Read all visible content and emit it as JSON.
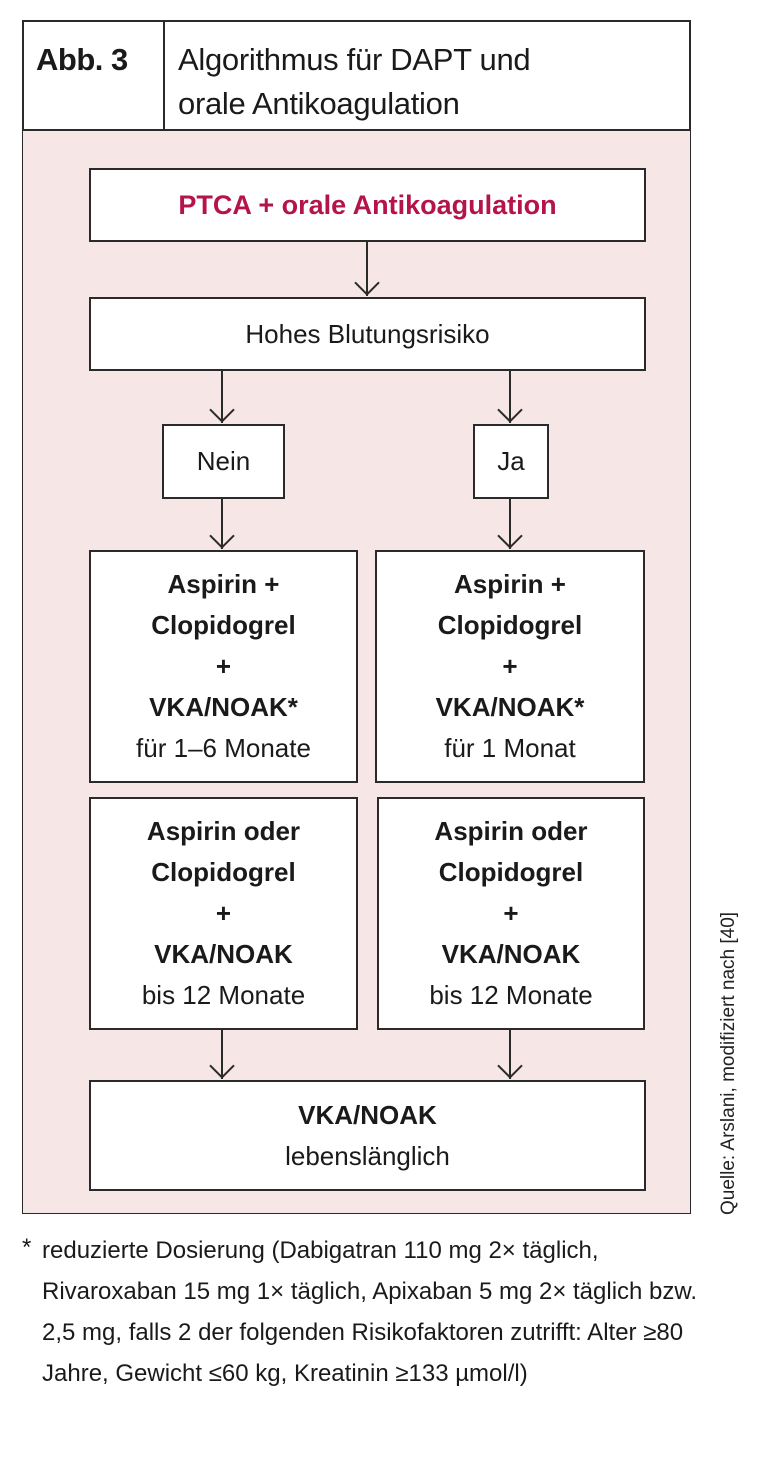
{
  "header": {
    "label": "Abb. 3",
    "title_line1": "Algorithmus für DAPT und",
    "title_line2": "orale Antikoagulation"
  },
  "colors": {
    "accent": "#b5134b",
    "background": "#f7e6e6"
  },
  "nodes": {
    "start": "PTCA + orale Antikoagulation",
    "question": "Hohes Blutungsrisiko",
    "no": "Nein",
    "yes": "Ja",
    "left1": {
      "l1": "Aspirin +",
      "l2": "Clopidogrel",
      "l3": "+",
      "l4": "VKA/NOAK*",
      "l5": "für 1–6 Monate"
    },
    "right1": {
      "l1": "Aspirin +",
      "l2": "Clopidogrel",
      "l3": "+",
      "l4": "VKA/NOAK*",
      "l5": "für 1 Monat"
    },
    "left2": {
      "l1": "Aspirin oder",
      "l2": "Clopidogrel",
      "l3": "+",
      "l4": "VKA/NOAK",
      "l5": "bis 12 Monate"
    },
    "right2": {
      "l1": "Aspirin oder",
      "l2": "Clopidogrel",
      "l3": "+",
      "l4": "VKA/NOAK",
      "l5": "bis 12 Monate"
    },
    "end": {
      "l1": "VKA/NOAK",
      "l2": "lebenslänglich"
    }
  },
  "source": "Quelle: Arslani, modifiziert nach [40]",
  "footnote": {
    "marker": "*",
    "text": "reduzierte Dosierung (Dabigatran 110 mg 2× täg­lich, Rivaroxaban 15 mg 1× täglich, Apixaban 5 mg 2× täglich bzw. 2,5 mg, falls 2 der folgenden Risikofaktoren zutrifft: Alter ≥80 Jahre, Gewicht ≤60 kg, Kreatinin ≥133 µmol/l)"
  }
}
